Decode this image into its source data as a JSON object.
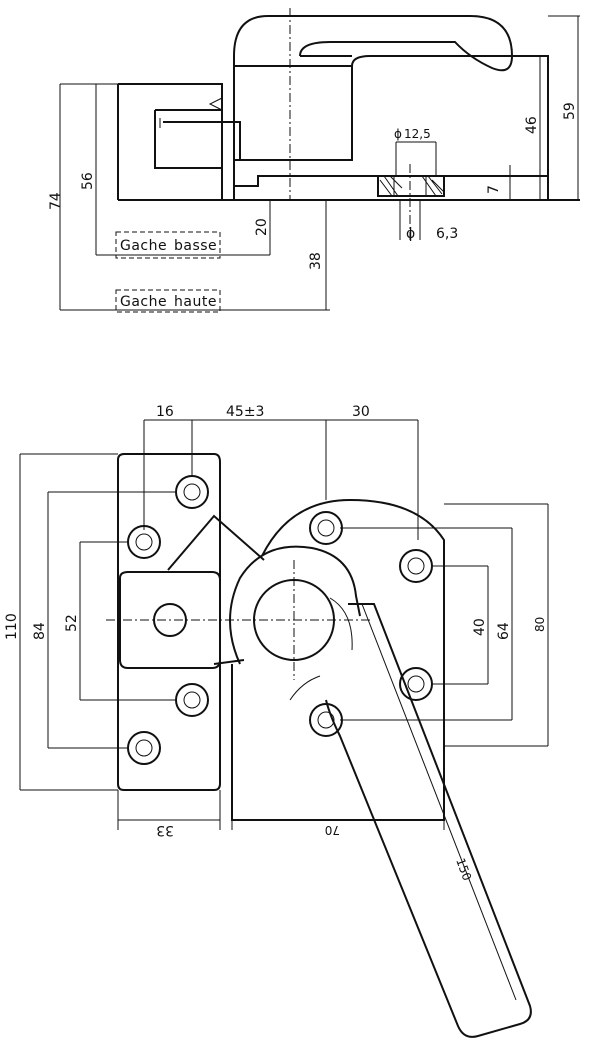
{
  "side_view": {
    "dimensions": {
      "d74": "74",
      "d56": "56",
      "d20": "20",
      "d38": "38",
      "d46": "46",
      "d59": "59",
      "d7": "7",
      "d6_3": "6,3",
      "d12_5": "12,5",
      "phi": "ϕ"
    },
    "labels": {
      "gache_basse_1": "Gache",
      "gache_basse_2": "basse",
      "gache_haute_1": "Gache",
      "gache_haute_2": "haute"
    }
  },
  "plan_view": {
    "dimensions": {
      "d16": "16",
      "d45": "45±3",
      "d30": "30",
      "d110": "110",
      "d84": "84",
      "d52": "52",
      "d40": "40",
      "d64": "64",
      "d80": "80",
      "d33": "33",
      "d70": "70",
      "d150": "150"
    }
  }
}
